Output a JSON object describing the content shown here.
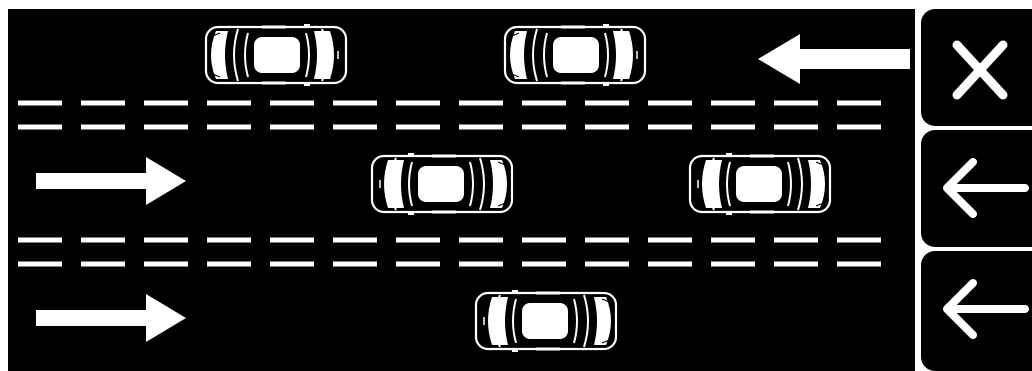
{
  "sign": {
    "colors": {
      "background": "#000000",
      "marking": "#ffffff",
      "page": "#ffffff"
    },
    "lanes": [
      {
        "direction": "left",
        "signal": "x-icon"
      },
      {
        "direction": "right",
        "signal": "arrow-left-icon"
      },
      {
        "direction": "right",
        "signal": "arrow-left-icon"
      }
    ],
    "cars": [
      {
        "lane": 0,
        "facing": "left"
      },
      {
        "lane": 0,
        "facing": "left"
      },
      {
        "lane": 1,
        "facing": "right"
      },
      {
        "lane": 1,
        "facing": "right"
      },
      {
        "lane": 2,
        "facing": "right"
      }
    ]
  }
}
